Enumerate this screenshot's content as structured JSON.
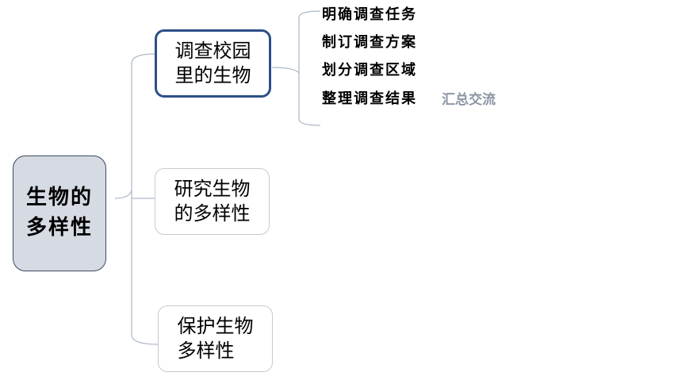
{
  "root": {
    "label": "生物的\n多样性"
  },
  "branches": [
    {
      "label": "调查校园\n里的生物"
    },
    {
      "label": "研究生物\n的多样性"
    },
    {
      "label": "保护生物\n多样性"
    }
  ],
  "leaves": [
    {
      "label": "明确调查任务"
    },
    {
      "label": "制订调查方案"
    },
    {
      "label": "划分调查区域"
    },
    {
      "label": "整理调查结果"
    }
  ],
  "extra_label": "汇总交流",
  "colors": {
    "root_fill": "#d6dae3",
    "highlight_border": "#2c4f88",
    "connector": "#aab6c8",
    "extra_text": "#8c96a3"
  }
}
